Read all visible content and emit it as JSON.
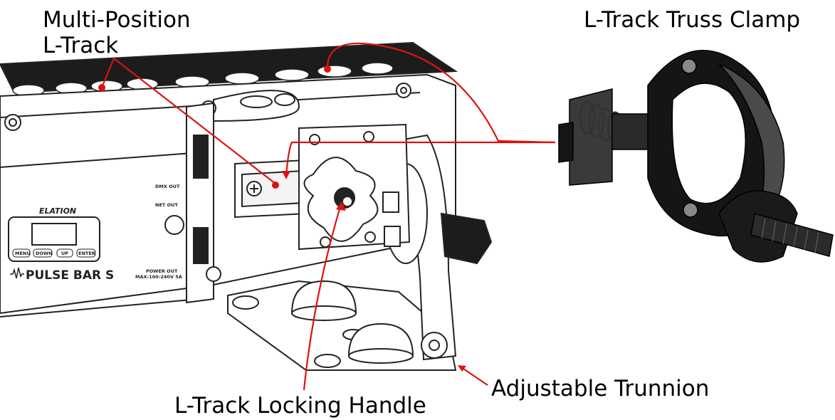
{
  "callouts": {
    "multi_position_l_track": "Multi-Position\nL-Track",
    "l_track_truss_clamp": "L-Track Truss Clamp",
    "adjustable_trunnion": "Adjustable Trunnion",
    "l_track_locking_handle": "L-Track Locking Handle"
  },
  "fixture": {
    "brand": "ELATION",
    "model": "PULSE BAR S",
    "buttons": [
      "MENU",
      "DOWN",
      "UP",
      "ENTER"
    ],
    "ports": {
      "dmx_out": "DMX OUT",
      "net_out": "NET OUT",
      "power_out": "POWER OUT",
      "power_rating": "MAX:100-240V 5A"
    }
  },
  "colors": {
    "leader_line": "#dd1111",
    "clamp_body": "#151515",
    "line_art": "#222222"
  }
}
